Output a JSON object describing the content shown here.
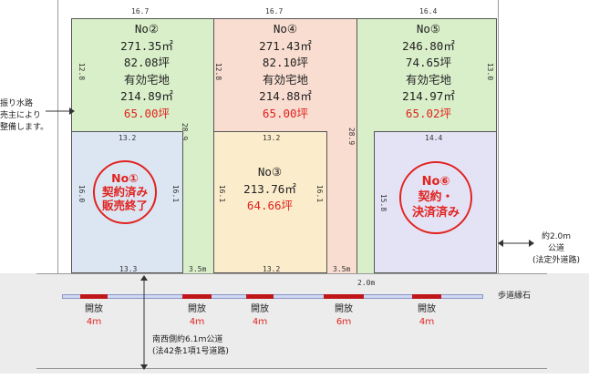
{
  "top_dims": {
    "d2": "16.7",
    "d4": "16.7",
    "d5": "16.4"
  },
  "lots": {
    "lot2": {
      "no": "No②",
      "area_m2": "271.35㎡",
      "tsubo": "82.08坪",
      "eff_label": "有効宅地",
      "eff_m2": "214.89㎡",
      "eff_tsubo": "65.00坪",
      "side_dim": "12.8"
    },
    "lot4": {
      "no": "No④",
      "area_m2": "271.43㎡",
      "tsubo": "82.10坪",
      "eff_label": "有効宅地",
      "eff_m2": "214.88㎡",
      "eff_tsubo": "65.00坪",
      "side_dim": "12.8"
    },
    "lot5": {
      "no": "No⑤",
      "area_m2": "246.80㎡",
      "tsubo": "74.65坪",
      "eff_label": "有効宅地",
      "eff_m2": "214.97㎡",
      "eff_tsubo": "65.02坪",
      "side_dim": "13.0"
    },
    "lot1": {
      "top_dim": "13.2",
      "left_dim": "16.0",
      "right_dim": "16.1",
      "bottom_dim": "13.3",
      "stamp_line1": "No①",
      "stamp_line2": "契約済み",
      "stamp_line3": "販売終了"
    },
    "lot3": {
      "no": "No③",
      "area_m2": "213.76㎡",
      "tsubo": "64.66坪",
      "top_dim": "13.2",
      "left_dim": "16.1",
      "right_dim": "16.1",
      "bottom_dim": "13.2"
    },
    "lot6": {
      "top_dim": "14.4",
      "left_dim": "15.8",
      "stamp_line1": "No⑥",
      "stamp_line2": "契約・",
      "stamp_line3": "決済済み"
    }
  },
  "strip_dims": {
    "s1": "28.9",
    "s2": "28.9",
    "w1": "3.5m",
    "w2": "3.5m",
    "road_gap": "2.0m"
  },
  "left_note": [
    "振り水路",
    "売主により",
    "整備します。"
  ],
  "right_note": [
    "約2.0m",
    "公道",
    "(法定外道路)"
  ],
  "curb_label": "歩道縁石",
  "openings": [
    {
      "label": "開放",
      "width": "4ｍ"
    },
    {
      "label": "開放",
      "width": "4ｍ"
    },
    {
      "label": "開放",
      "width": "4ｍ"
    },
    {
      "label": "開放",
      "width": "6ｍ"
    },
    {
      "label": "開放",
      "width": "4ｍ"
    }
  ],
  "road_note": [
    "南西側約6.1ｍ公道",
    "(法42条1項1号道路)"
  ],
  "colors": {
    "green": "#d9efc9",
    "salmon": "#f9ddd0",
    "blue": "#dce6f3",
    "yellow": "#fbeccb",
    "lavender": "#e4e3f6",
    "red": "#e0231f"
  }
}
